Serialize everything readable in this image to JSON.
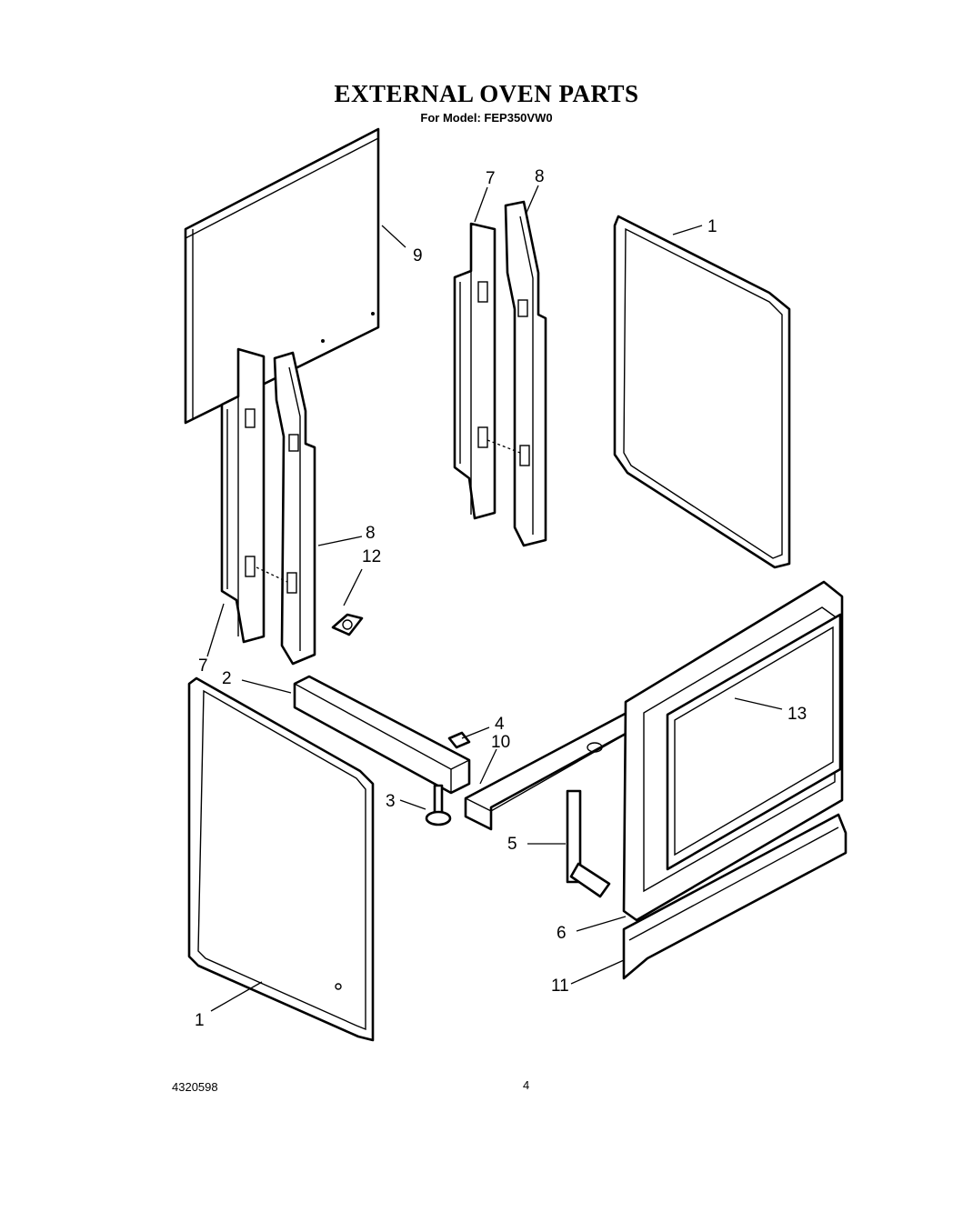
{
  "title": "EXTERNAL OVEN PARTS",
  "subtitle": "For Model: FEP350VW0",
  "footer": {
    "doc_number": "4320598",
    "page_number": "4"
  },
  "callouts": {
    "c1_top": "1",
    "c1_bottom": "1",
    "c2": "2",
    "c3": "3",
    "c4": "4",
    "c5": "5",
    "c6": "6",
    "c7_top": "7",
    "c7_bottom": "7",
    "c8_top": "8",
    "c8_mid": "8",
    "c9": "9",
    "c10": "10",
    "c11": "11",
    "c12": "12",
    "c13": "13"
  }
}
